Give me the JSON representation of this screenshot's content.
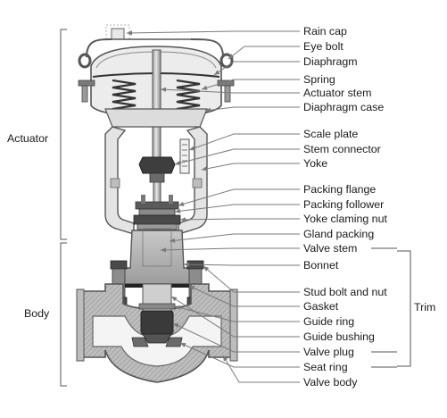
{
  "groups": {
    "actuator": "Actuator",
    "body": "Body",
    "trim": "Trim"
  },
  "labels": [
    {
      "key": "rain_cap",
      "text": "Rain cap"
    },
    {
      "key": "eye_bolt",
      "text": "Eye bolt"
    },
    {
      "key": "diaphragm",
      "text": "Diaphragm"
    },
    {
      "key": "spring",
      "text": "Spring"
    },
    {
      "key": "actuator_stem",
      "text": "Actuator stem"
    },
    {
      "key": "diaphragm_case",
      "text": "Diaphragm case"
    },
    {
      "key": "scale_plate",
      "text": "Scale plate"
    },
    {
      "key": "stem_connector",
      "text": "Stem connector"
    },
    {
      "key": "yoke",
      "text": "Yoke"
    },
    {
      "key": "packing_flange",
      "text": "Packing flange"
    },
    {
      "key": "packing_follower",
      "text": "Packing follower"
    },
    {
      "key": "yoke_claming_nut",
      "text": "Yoke claming nut"
    },
    {
      "key": "gland_packing",
      "text": "Gland packing"
    },
    {
      "key": "valve_stem",
      "text": "Valve stem"
    },
    {
      "key": "bonnet",
      "text": "Bonnet"
    },
    {
      "key": "stud_bolt_and_nut",
      "text": "Stud bolt and nut"
    },
    {
      "key": "gasket",
      "text": "Gasket"
    },
    {
      "key": "guide_ring",
      "text": "Guide ring"
    },
    {
      "key": "guide_bushing",
      "text": "Guide bushing"
    },
    {
      "key": "valve_plug",
      "text": "Valve plug"
    },
    {
      "key": "seat_ring",
      "text": "Seat ring"
    },
    {
      "key": "valve_body",
      "text": "Valve body"
    }
  ],
  "colors": {
    "outline": "#5a5a5a",
    "metal_light": "#d6d6d6",
    "metal_mid": "#a8a8a8",
    "metal_dark": "#6e6e6e",
    "part_dark": "#3c3c3c",
    "leader": "#7a7a7a",
    "text": "#1a1a1a"
  }
}
